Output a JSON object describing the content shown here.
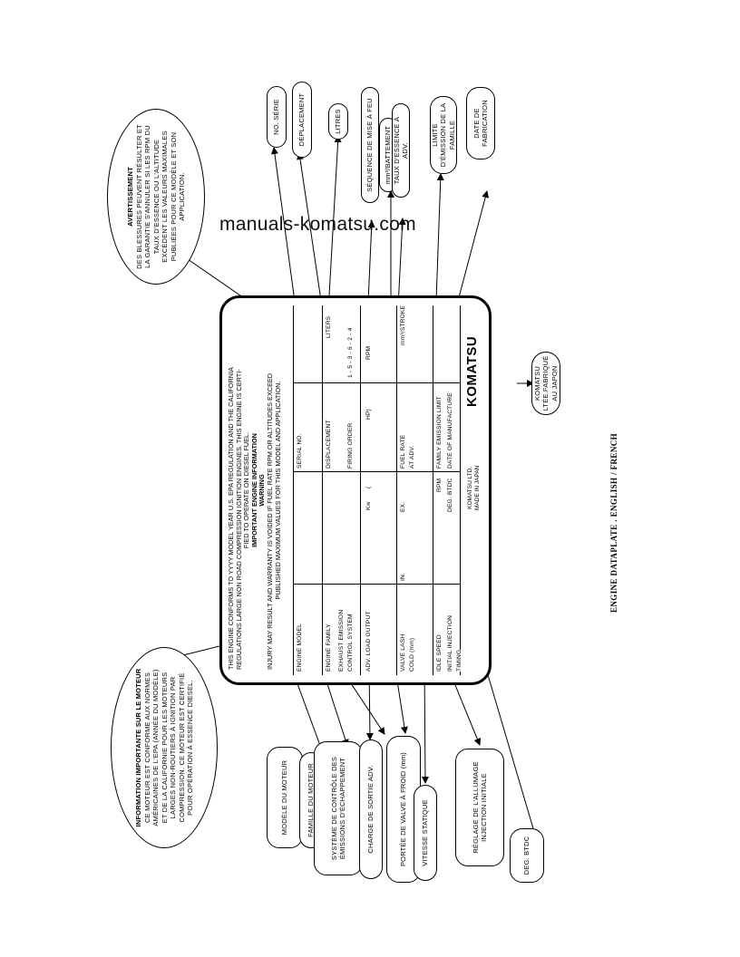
{
  "watermark": "manuals-komatsu.com",
  "caption": "ENGINE DATAPLATE . ENGLISH / FRENCH",
  "plate": {
    "header_line1": "THIS ENGINE CONFORMS TO YYYY MODEL YEAR U.S. EPA REGULATION AND THE CALIFORNIA",
    "header_line2": "REGULATIONS LARGE NON ROAD COMPRESSION IGNITION ENGINES. THIS ENGINE IS CERTI-",
    "header_line3": "FIED TO OPERATE ON DIESEL FUEL.",
    "title": "IMPORTANT ENGINE INFORMATION",
    "warning_title": "WARNING",
    "warning_line1": "INJURY MAY RESULT AND WARRANTY IS VOIDED IF FUEL RATE RPM OR ALTITUDES EXCEED",
    "warning_line2": "PUBLISHED MAXIMUM VALUES FOR THIS MODEL AND APPLICATION.",
    "engine_model": "ENGINE MODEL",
    "serial_no": "SERIAL NO.",
    "engine_family": "ENGINE FAMILY",
    "displacement": "DISPLACEMENT",
    "liters": "LITERS",
    "exhaust_1": "EXHAUST EMISSION",
    "exhaust_2": "CONTROL SYSTEM",
    "firing_order": "FIRING ORDER",
    "firing_values": "1 - 5 - 3 - 6 - 2 - 4",
    "adv_load": "ADV. LOAD OUTPUT",
    "kw": "Kw",
    "hp_open": "(",
    "hp": "HP)",
    "rpm1": "RPM",
    "valve_1": "VALVE LASH",
    "valve_2": "COLD (mm)",
    "in": "IN.",
    "ex": "EX.",
    "fuel_1": "FUEL RATE",
    "fuel_2": "AT ADV.",
    "stroke": "mm³/STROKE",
    "idle": "IDLE SPEED",
    "rpm2": "RPM",
    "fam_limit": "FAMILY EMISSION LIMIT",
    "init_1": "INITIAL INJECTION",
    "init_2": "TIMING",
    "btdc": "DEG. BTDC",
    "date_mfr": "DATE OF MANUFACTURE",
    "logo": "KOMATSU",
    "maker_1": "KOMATSU LTD.",
    "maker_2": "MADE IN JAPAN"
  },
  "french": {
    "avert_title": "AVERTISSEMENT",
    "avert_body": "DES BLESSURES PEUVENT RÉSULTER ET LA GARANTIE S'ANNULER SI LES RPM DU TAUX D'ESSENCE OU L'ALTITUDE EXCÈDENT LES VALEURS MAXIMALES PUBLIÉES POUR CE MODÈLE ET SON APPLICATION.",
    "info_title": "INFORMATION IMPORTANTE SUR LE MOTEUR",
    "info_body": "CE MOTEUR EST CONFORME AUX NORMES AMÉRICAINES DE L'EPA (ANNÉE DU MODÈLE) ET DE LA CALIFORNIE POUR LES MOTEURS LARGES NON-ROUTIERS À IGNITION PAR COMPRESSION. CE MOTEUR EST CERTIFIÉ POUR OPÉRATION À ESSENCE DIESEL.",
    "no_serie": "NO. SÉRIE",
    "deplacement": "DÉPLACEMENT",
    "litres": "LITRES",
    "sequence": "SÉQUENCE DE MISE À FEU",
    "mm_battement": "mm³/BATTEMENT",
    "taux": "TAUX D'ESSENCE À ADV.",
    "limite": "LIMITE D'ÉMISSION DE LA FAMILLE",
    "date_fab": "DATE DE FABRICATION",
    "komatsu_ltee_1": "KOMATSU LTÉE.",
    "komatsu_ltee_2": "FABRIQUÉ AU JAPON",
    "modele": "MODÈLE DU MOTEUR",
    "famille": "FAMILLE DU MOTEUR",
    "systeme": "SYSTÈME DE CONTRÔLE DES ÉMISSIONS D'ÉCHAPPEMENT",
    "charge": "CHARGE DE SORTIE ADV.",
    "portee": "PORTÉE DE VALVE À FROID (mm)",
    "vitesse": "VITESSE STATIQUE",
    "reglage": "RÉGLAGE DE L'ALLUMAGE INJECTION INITIALE",
    "deg_btdc": "DEG. BTDC"
  }
}
